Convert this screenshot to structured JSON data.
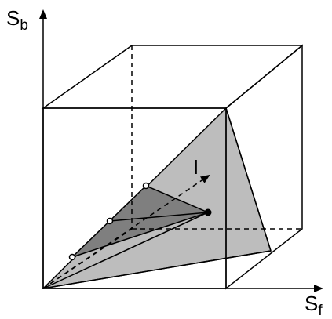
{
  "axes": {
    "vertical": {
      "main": "S",
      "subscript": "b"
    },
    "horizontal": {
      "main": "S",
      "subscript": "f"
    },
    "diagonal": {
      "label": "I"
    }
  },
  "colors": {
    "stroke": "#000000",
    "background": "#ffffff",
    "light_plane": "#bdbdbd",
    "dark_triangle": "#7f7f7f"
  },
  "markers": {
    "open_points": 3,
    "filled_points": 1
  }
}
